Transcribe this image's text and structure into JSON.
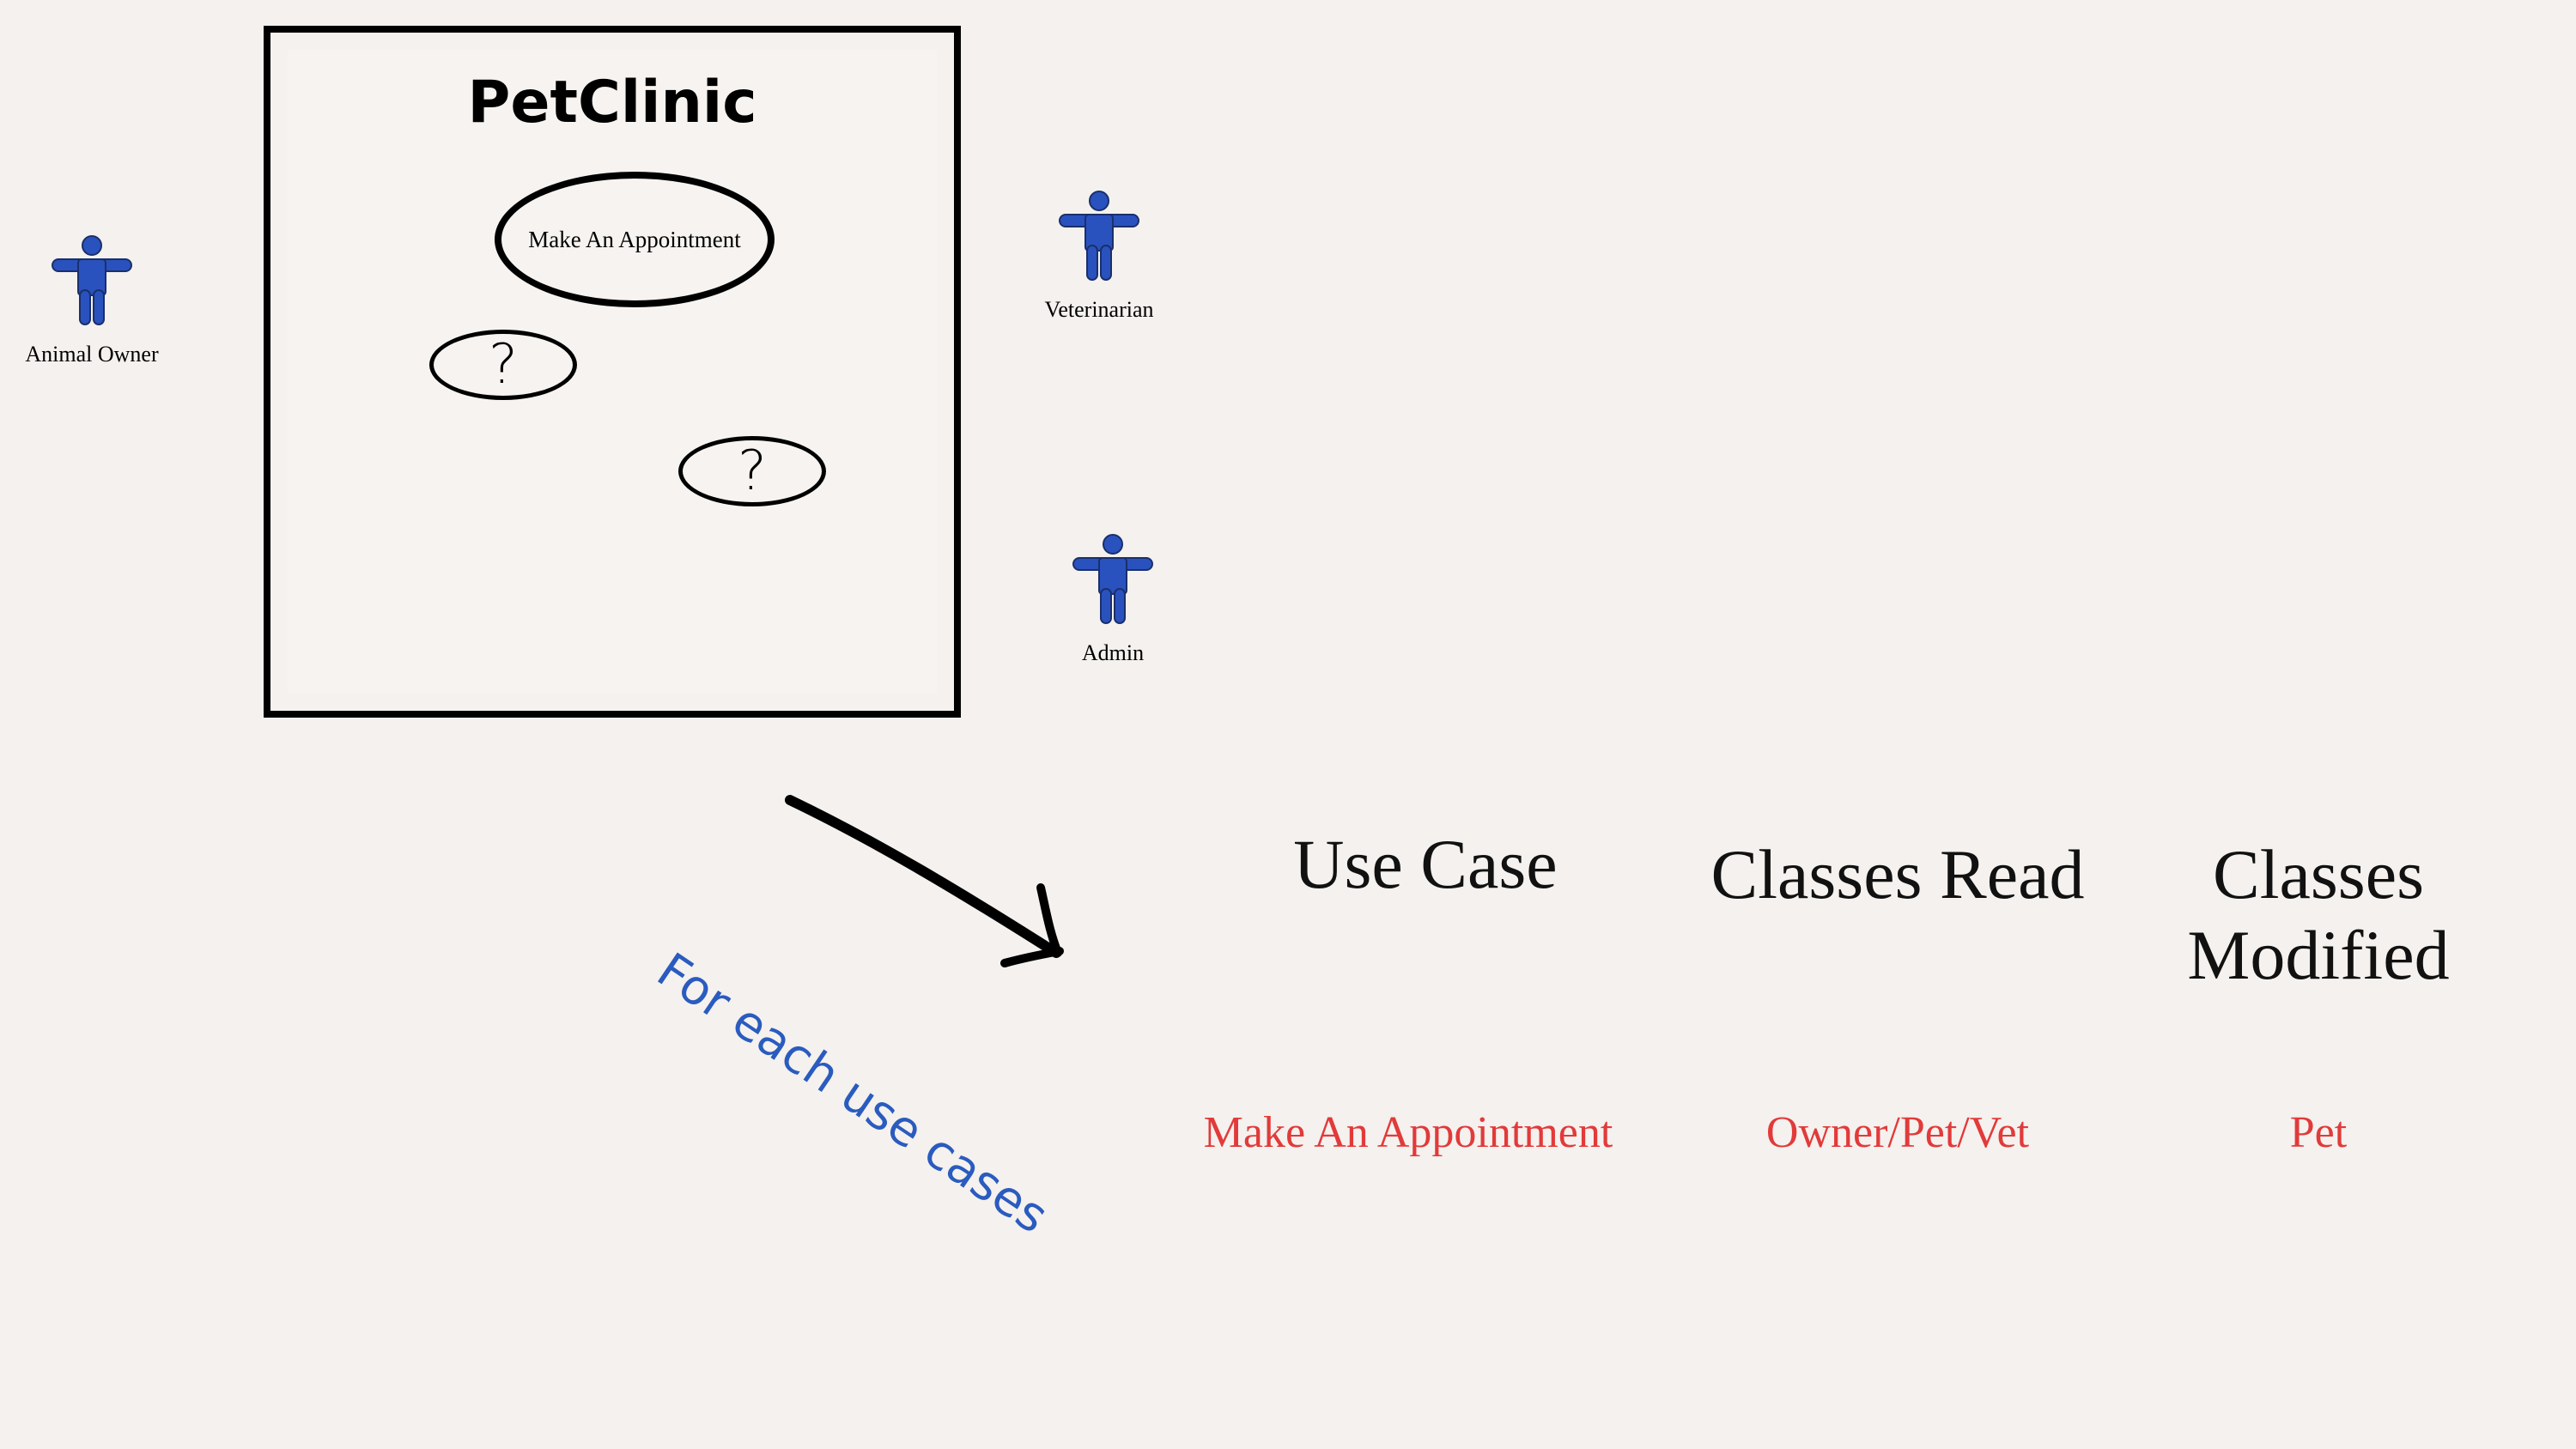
{
  "diagram": {
    "system_title": "PetClinic",
    "use_cases": [
      {
        "label": "Make An Appointment"
      },
      {
        "label": "?"
      },
      {
        "label": "?"
      }
    ],
    "actors": [
      {
        "label": "Animal Owner"
      },
      {
        "label": "Veterinarian"
      },
      {
        "label": "Admin"
      }
    ],
    "annotation": "For each use cases",
    "table": {
      "headers": [
        "Use Case",
        "Classes Read",
        "Classes\nModified"
      ],
      "row": [
        "Make An Appointment",
        "Owner/Pet/Vet",
        "Pet"
      ]
    },
    "colors": {
      "background": "#f4f1ee",
      "actor": "#2a52be",
      "annotation": "#2a5bbf",
      "values": "#e23a3a"
    },
    "icons": [
      "actor-stick-figure-icon",
      "arrow-icon"
    ]
  }
}
